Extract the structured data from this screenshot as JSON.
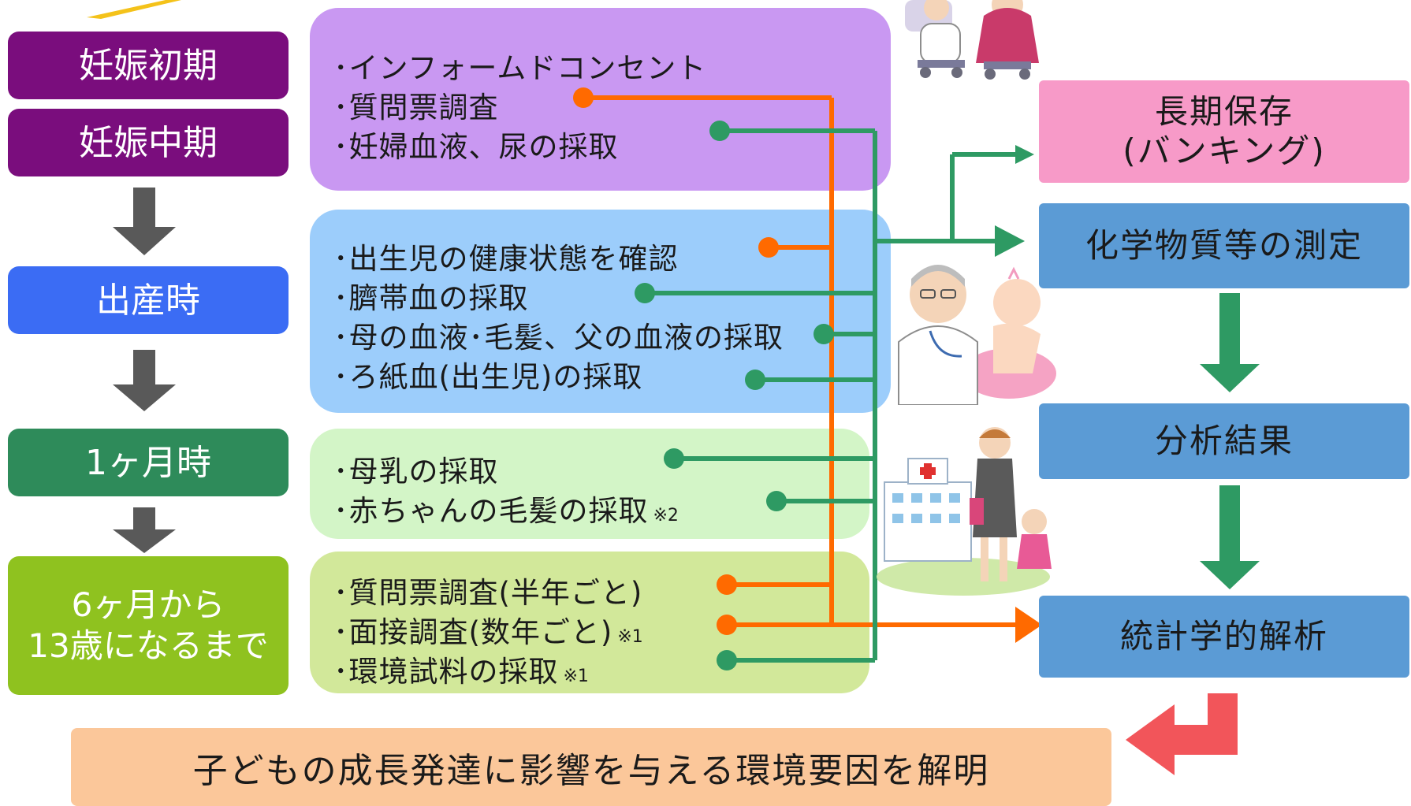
{
  "stages": [
    {
      "label": "妊娠初期",
      "color": "#7a0d7d"
    },
    {
      "label": "妊娠中期",
      "color": "#7a0d7d"
    },
    {
      "label": "出産時",
      "color": "#3b6cf4"
    },
    {
      "label": "1ヶ月時",
      "color": "#2e8b5a"
    },
    {
      "label": "6ヶ月から\n13歳になるまで",
      "color": "#8fc21f"
    }
  ],
  "panels": {
    "pregnancy": {
      "color": "#c998f2",
      "items": [
        {
          "text": "･インフォームドコンセント",
          "note": ""
        },
        {
          "text": "･質問票調査",
          "note": ""
        },
        {
          "text": "･妊婦血液、尿の採取",
          "note": ""
        }
      ]
    },
    "birth": {
      "color": "#9ccdfb",
      "items": [
        {
          "text": "･出生児の健康状態を確認",
          "note": ""
        },
        {
          "text": "･臍帯血の採取",
          "note": ""
        },
        {
          "text": "･母の血液･毛髪、父の血液の採取",
          "note": ""
        },
        {
          "text": "･ろ紙血(出生児)の採取",
          "note": ""
        }
      ]
    },
    "one_month": {
      "color": "#d3f5c7",
      "items": [
        {
          "text": "･母乳の採取",
          "note": ""
        },
        {
          "text": "･赤ちゃんの毛髪の採取",
          "note": "※2"
        }
      ]
    },
    "childhood": {
      "color": "#d2e89a",
      "items": [
        {
          "text": "･質問票調査(半年ごと)",
          "note": ""
        },
        {
          "text": "･面接調査(数年ごと)",
          "note": "※1"
        },
        {
          "text": "･環境試料の採取",
          "note": "※1"
        }
      ]
    }
  },
  "outcomes": {
    "banking": {
      "line1": "長期保存",
      "line2": "(バンキング)",
      "color": "#f79ac8"
    },
    "measurement": {
      "label": "化学物質等の測定",
      "color": "#5b9bd5"
    },
    "results": {
      "label": "分析結果",
      "color": "#5b9bd5"
    },
    "statistics": {
      "label": "統計学的解析",
      "color": "#5b9bd5"
    }
  },
  "conclusion": {
    "label": "子どもの成長発達に影響を与える環境要因を解明",
    "color": "#fbc79a"
  },
  "line_colors": {
    "questionnaire": "#ff6a00",
    "sample": "#2e9a63",
    "flow_arrow": "#2e9a63",
    "return_arrow": "#f2555a"
  },
  "illustrations": [
    {
      "icon": "doctor-consultation-icon"
    },
    {
      "icon": "doctor-baby-icon"
    },
    {
      "icon": "hospital-mother-child-icon"
    }
  ]
}
